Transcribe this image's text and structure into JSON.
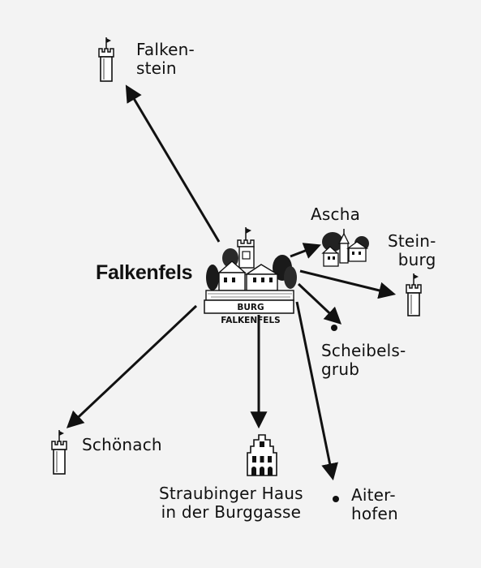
{
  "map": {
    "places": {
      "falkenfels": "Falkenfels",
      "falkenfels_banner": "BURG FALKENFELS",
      "falkenstein": "Falken-\nstein",
      "ascha": "Ascha",
      "steinburg": "Stein-\nburg",
      "scheibelsgrub": "Scheibels-\ngrub",
      "schoenach": "Schönach",
      "straubinger_haus": "Straubinger Haus\nin der Burggasse",
      "aiterhofen": "Aiter-\nhofen"
    },
    "icons": {
      "castle_hub": "castle-icon",
      "tower": "tower-icon",
      "village": "village-icon",
      "town_house": "gabled-house-icon",
      "dot": "dot-marker"
    },
    "colors": {
      "ink": "#111111",
      "paper": "#f3f3f3"
    }
  }
}
